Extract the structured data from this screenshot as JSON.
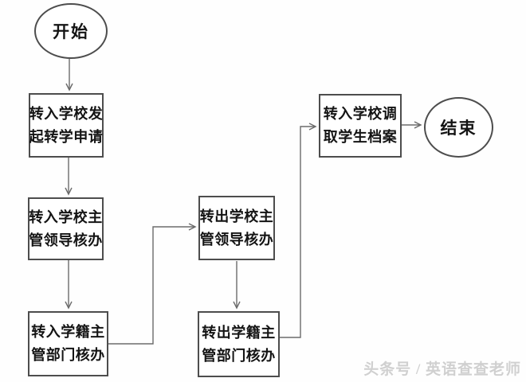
{
  "flowchart": {
    "nodes": {
      "start": {
        "label": "开始",
        "type": "ellipse"
      },
      "apply": {
        "label": "转入学校发起转学申请",
        "lines": [
          "转入学校发",
          "起转学申请"
        ],
        "type": "process"
      },
      "in_leader": {
        "label": "转入学校主管领导核办",
        "lines": [
          "转入学校主",
          "管领导核办"
        ],
        "type": "process"
      },
      "in_registry": {
        "label": "转入学籍主管部门核办",
        "lines": [
          "转入学籍主",
          "管部门核办"
        ],
        "type": "process"
      },
      "out_leader": {
        "label": "转出学校主管领导核办",
        "lines": [
          "转出学校主",
          "管领导核办"
        ],
        "type": "process"
      },
      "out_registry": {
        "label": "转出学籍主管部门核办",
        "lines": [
          "转出学籍主",
          "管部门核办"
        ],
        "type": "process"
      },
      "retrieve": {
        "label": "转入学校调取学生档案",
        "lines": [
          "转入学校调",
          "取学生档案"
        ],
        "type": "process"
      },
      "end": {
        "label": "结束",
        "type": "ellipse"
      }
    },
    "edges": [
      {
        "from": "start",
        "to": "apply"
      },
      {
        "from": "apply",
        "to": "in_leader"
      },
      {
        "from": "in_leader",
        "to": "in_registry"
      },
      {
        "from": "in_registry",
        "to": "out_leader"
      },
      {
        "from": "out_leader",
        "to": "out_registry"
      },
      {
        "from": "out_registry",
        "to": "retrieve"
      },
      {
        "from": "retrieve",
        "to": "end"
      }
    ]
  },
  "colors": {
    "line": "#6b6b6b",
    "node_border": "#4d4d4d",
    "text": "#141414",
    "watermark": "#d0d0d0"
  },
  "watermark": {
    "text": "头条号 / 英语查查老师"
  }
}
